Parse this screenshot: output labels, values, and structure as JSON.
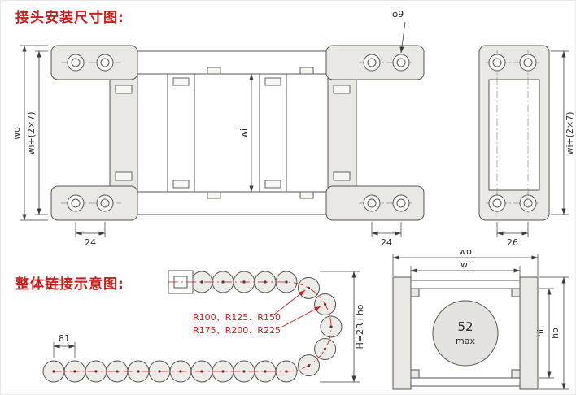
{
  "titles": {
    "install_dims": "接头安装尺寸图:",
    "chain_schematic": "整体链接示意图:"
  },
  "dims": {
    "wo": "wo",
    "wi_plus": "wi+(2×7)",
    "wi": "wi",
    "phi9": "φ9",
    "d24": "24",
    "d26": "26",
    "d81": "81",
    "height_formula": "H=2R+ho",
    "hi": "hi",
    "ho": "ho",
    "bore_value": "52",
    "bore_max": "max",
    "radii_1": "R100、R125、R150",
    "radii_2": "R175、R200、R225"
  },
  "colors": {
    "accent_red": "#c61d1d",
    "line": "#56554f",
    "part_fill": "#e9e8e4"
  }
}
